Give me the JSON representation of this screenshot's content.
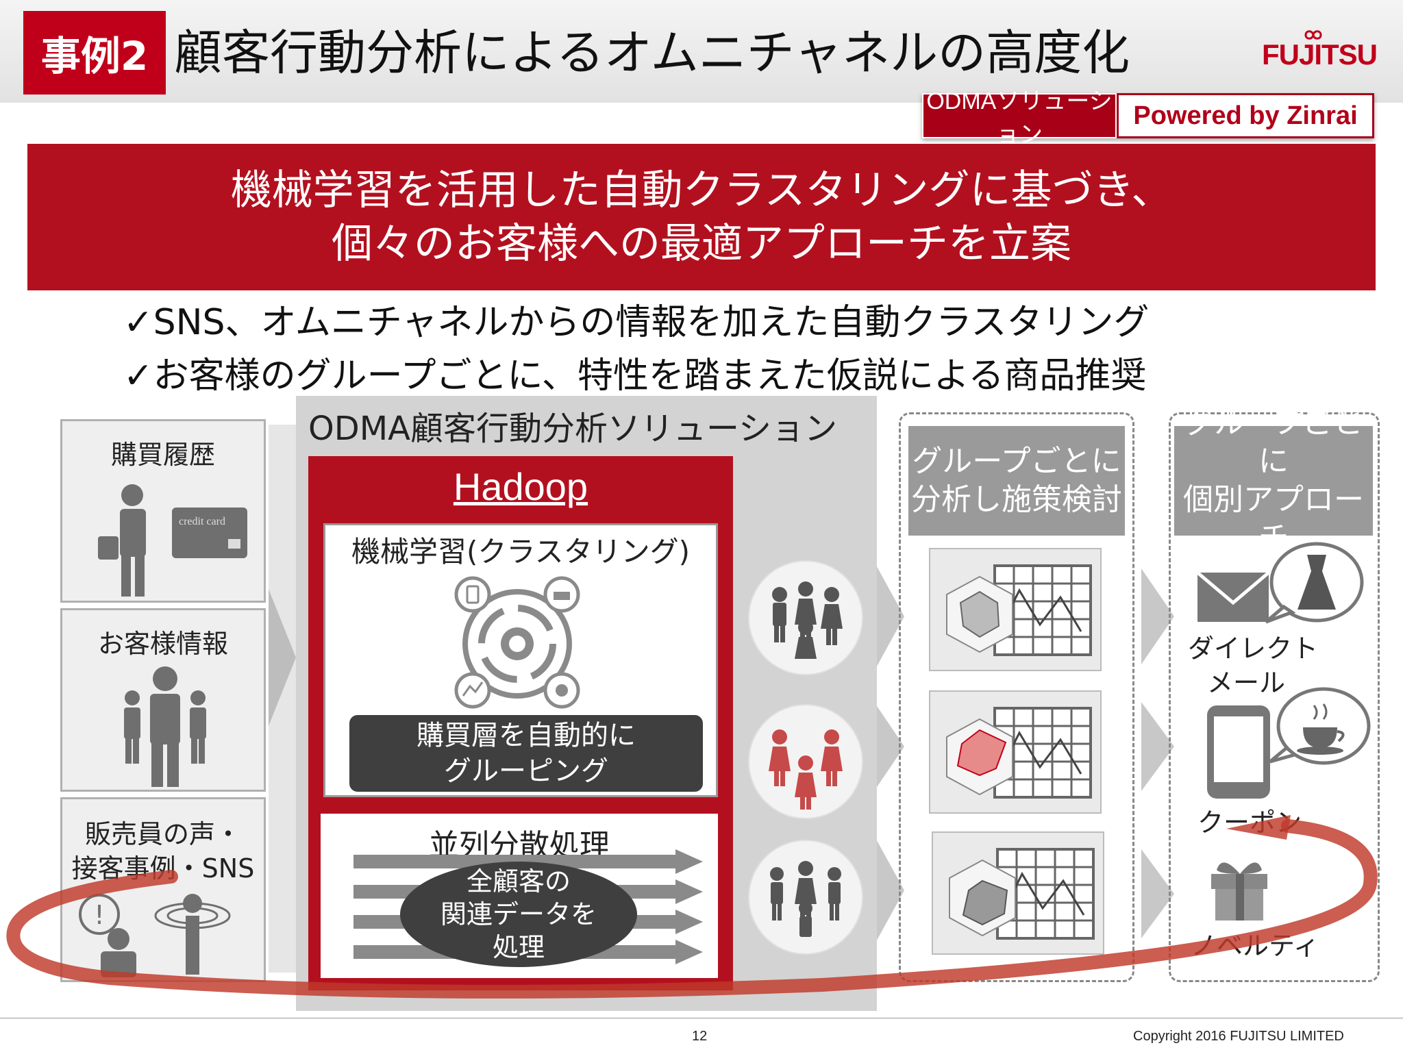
{
  "header": {
    "case_badge": "事例2",
    "title": "顧客行動分析によるオムニチャネルの高度化",
    "logo": "FUJITSU",
    "badge_odma": "ODMAソリューション",
    "badge_powered": "Powered by Zinrai"
  },
  "headline": {
    "line1": "機械学習を活用した自動クラスタリングに基づき、",
    "line2": "個々のお客様への最適アプローチを立案"
  },
  "bullets": [
    "✓SNS、オムニチャネルからの情報を加えた自動クラスタリング",
    "✓お客様のグループごとに、特性を踏まえた仮説による商品推奨"
  ],
  "inputs": {
    "purchase_history": "購買履歴",
    "credit_card": "credit card",
    "customer_info": "お客様情報",
    "staff_voice_line1": "販売員の声・",
    "staff_voice_line2": "接客事例・SNS"
  },
  "solution": {
    "title": "ODMA顧客行動分析ソリューション",
    "hadoop": "Hadoop",
    "ml_label": "機械学習(クラスタリング)",
    "grouping_line1": "購買層を自動的に",
    "grouping_line2": "グルーピング",
    "parallel_label": "並列分散処理",
    "all_data_line1": "全顧客の",
    "all_data_line2": "関連データを",
    "all_data_line3": "処理"
  },
  "analysis": {
    "head_line1": "グループごとに",
    "head_line2": "分析し施策検討"
  },
  "approach": {
    "head_line1": "グループごとに",
    "head_line2": "個別アプローチ",
    "direct_mail_line1": "ダイレクト",
    "direct_mail_line2": "メール",
    "coupon": "クーポン",
    "novelty": "ノベルティ"
  },
  "footer": {
    "page": "12",
    "copyright": "Copyright 2016 FUJITSU LIMITED"
  },
  "colors": {
    "brand_red": "#b3101f",
    "dark_gray": "#3f3f3f",
    "panel_gray": "#d3d3d3"
  }
}
